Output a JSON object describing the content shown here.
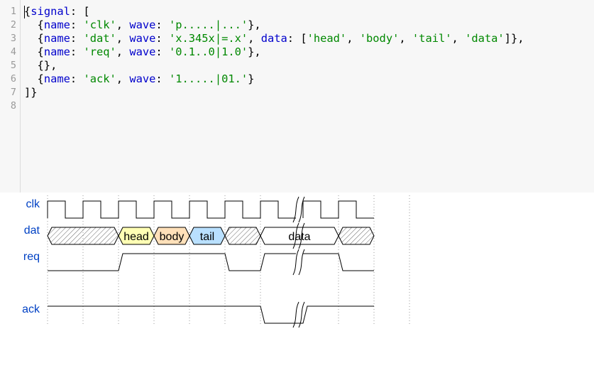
{
  "editor": {
    "line_numbers": [
      "1",
      "2",
      "3",
      "4",
      "5",
      "6",
      "7",
      "8"
    ],
    "lines": [
      [
        {
          "t": "{",
          "c": "pun"
        },
        {
          "t": "signal",
          "c": "key"
        },
        {
          "t": ": [",
          "c": "pun"
        }
      ],
      [
        {
          "t": "  {",
          "c": "pun"
        },
        {
          "t": "name",
          "c": "key"
        },
        {
          "t": ": ",
          "c": "pun"
        },
        {
          "t": "'clk'",
          "c": "str"
        },
        {
          "t": ", ",
          "c": "pun"
        },
        {
          "t": "wave",
          "c": "key"
        },
        {
          "t": ": ",
          "c": "pun"
        },
        {
          "t": "'p.....|...'",
          "c": "str"
        },
        {
          "t": "},",
          "c": "pun"
        }
      ],
      [
        {
          "t": "  {",
          "c": "pun"
        },
        {
          "t": "name",
          "c": "key"
        },
        {
          "t": ": ",
          "c": "pun"
        },
        {
          "t": "'dat'",
          "c": "str"
        },
        {
          "t": ", ",
          "c": "pun"
        },
        {
          "t": "wave",
          "c": "key"
        },
        {
          "t": ": ",
          "c": "pun"
        },
        {
          "t": "'x.345x|=.x'",
          "c": "str"
        },
        {
          "t": ", ",
          "c": "pun"
        },
        {
          "t": "data",
          "c": "key"
        },
        {
          "t": ": [",
          "c": "pun"
        },
        {
          "t": "'head'",
          "c": "str"
        },
        {
          "t": ", ",
          "c": "pun"
        },
        {
          "t": "'body'",
          "c": "str"
        },
        {
          "t": ", ",
          "c": "pun"
        },
        {
          "t": "'tail'",
          "c": "str"
        },
        {
          "t": ", ",
          "c": "pun"
        },
        {
          "t": "'data'",
          "c": "str"
        },
        {
          "t": "]},",
          "c": "pun"
        }
      ],
      [
        {
          "t": "  {",
          "c": "pun"
        },
        {
          "t": "name",
          "c": "key"
        },
        {
          "t": ": ",
          "c": "pun"
        },
        {
          "t": "'req'",
          "c": "str"
        },
        {
          "t": ", ",
          "c": "pun"
        },
        {
          "t": "wave",
          "c": "key"
        },
        {
          "t": ": ",
          "c": "pun"
        },
        {
          "t": "'0.1..0|1.0'",
          "c": "str"
        },
        {
          "t": "},",
          "c": "pun"
        }
      ],
      [
        {
          "t": "  {},",
          "c": "pun"
        }
      ],
      [
        {
          "t": "  {",
          "c": "pun"
        },
        {
          "t": "name",
          "c": "key"
        },
        {
          "t": ": ",
          "c": "pun"
        },
        {
          "t": "'ack'",
          "c": "str"
        },
        {
          "t": ", ",
          "c": "pun"
        },
        {
          "t": "wave",
          "c": "key"
        },
        {
          "t": ": ",
          "c": "pun"
        },
        {
          "t": "'1.....|01.'",
          "c": "str"
        },
        {
          "t": "}",
          "c": "pun"
        }
      ],
      [
        {
          "t": "]}",
          "c": "pun"
        }
      ],
      []
    ],
    "colors": {
      "keyword": "#0000cc",
      "string": "#008800",
      "gutter_text": "#999999",
      "background": "#f7f7f7"
    }
  },
  "timing": {
    "signal_name_color": "#0041c4",
    "signals": [
      {
        "name": "clk",
        "wave": "p.....|..."
      },
      {
        "name": "dat",
        "wave": "x.345x|=.x",
        "data": [
          "head",
          "body",
          "tail",
          "data"
        ]
      },
      {
        "name": "req",
        "wave": "0.1..0|1.0"
      },
      {
        "name": "",
        "wave": ""
      },
      {
        "name": "ack",
        "wave": "1.....|01."
      }
    ],
    "data_colors": {
      "3": "#ffffb4",
      "4": "#ffe0b9",
      "5": "#b9e0ff",
      "=": "#ffffff"
    }
  }
}
